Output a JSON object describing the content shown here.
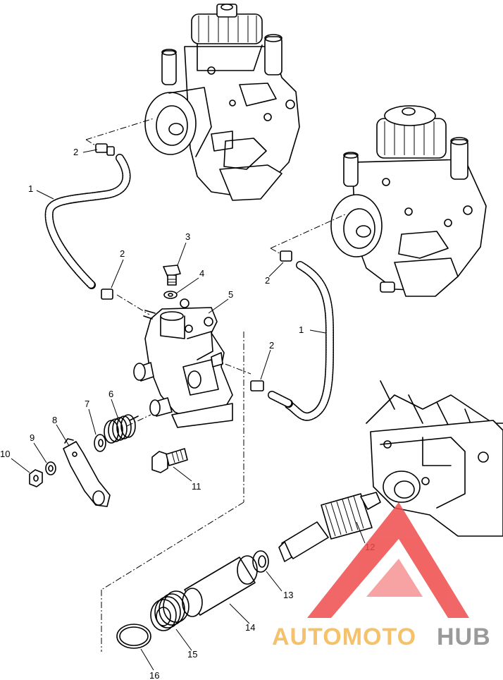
{
  "callouts": [
    {
      "id": "c1a",
      "text": "1"
    },
    {
      "id": "c1b",
      "text": "1"
    },
    {
      "id": "c2a",
      "text": "2"
    },
    {
      "id": "c2b",
      "text": "2"
    },
    {
      "id": "c2c",
      "text": "2"
    },
    {
      "id": "c2d",
      "text": "2"
    },
    {
      "id": "c3",
      "text": "3"
    },
    {
      "id": "c4",
      "text": "4"
    },
    {
      "id": "c5",
      "text": "5"
    },
    {
      "id": "c6",
      "text": "6"
    },
    {
      "id": "c7",
      "text": "7"
    },
    {
      "id": "c8",
      "text": "8"
    },
    {
      "id": "c9",
      "text": "9"
    },
    {
      "id": "c10",
      "text": "10"
    },
    {
      "id": "c11",
      "text": "11"
    },
    {
      "id": "c12",
      "text": "12"
    },
    {
      "id": "c13",
      "text": "13"
    },
    {
      "id": "c14",
      "text": "14"
    },
    {
      "id": "c15",
      "text": "15"
    },
    {
      "id": "c16",
      "text": "16"
    }
  ],
  "watermark": {
    "part1": "AUTOMOTO",
    "part2": "HUB",
    "color1": "#f5c16b",
    "color2": "#9a9a9a",
    "logo_color": "#ef4b4b"
  },
  "colors": {
    "ink": "#000000",
    "paper": "#ffffff"
  }
}
